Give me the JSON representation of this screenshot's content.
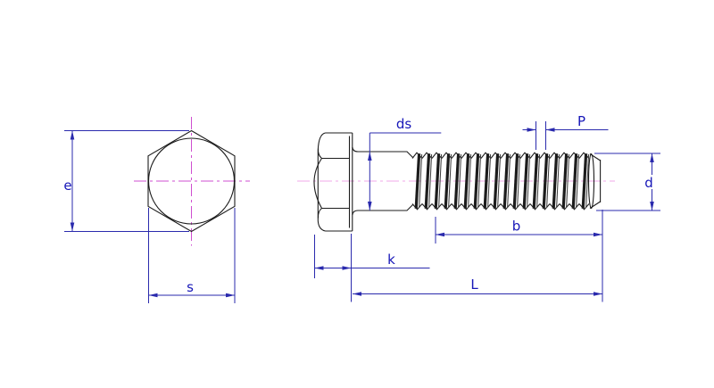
{
  "drawing": {
    "labels": {
      "e": "e",
      "s": "s",
      "ds": "ds",
      "p": "P",
      "d": "d",
      "b": "b",
      "k": "k",
      "L": "L"
    },
    "colors": {
      "background": "#ffffff",
      "outline": "#1c1c1c",
      "dimension_line": "#2a2aad",
      "dimension_label": "#1717b8",
      "centerline_front_view": "#cf4fd0",
      "centerline_side_view": "#f0a8e8"
    }
  }
}
